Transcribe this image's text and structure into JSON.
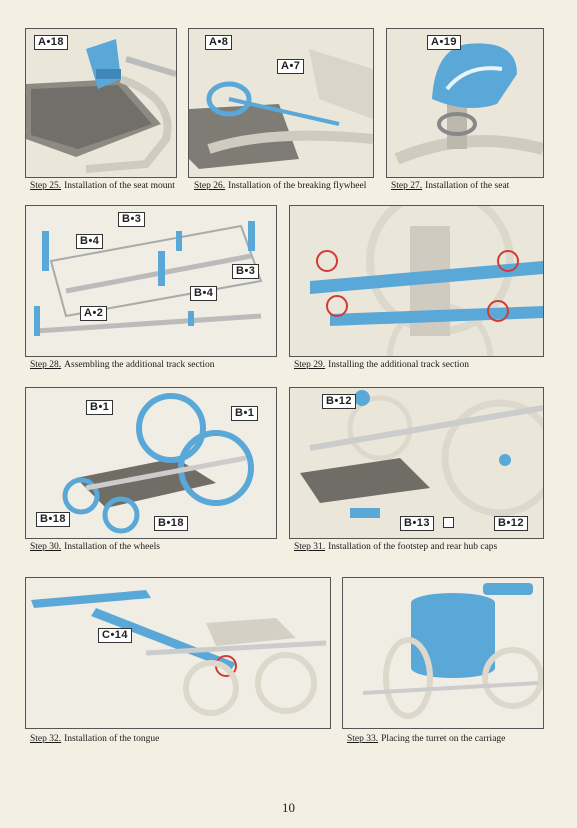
{
  "colors": {
    "accent": "#5aa8d8",
    "frame": "#555555",
    "page": "#f3efe3"
  },
  "steps": [
    {
      "num": "Step 25.",
      "text": "Installation of the seat mount",
      "labels": [
        "A•18"
      ]
    },
    {
      "num": "Step 26.",
      "text": "Installation of the breaking flywheel",
      "labels": [
        "A•8",
        "A•7"
      ]
    },
    {
      "num": "Step 27.",
      "text": "Installation of the seat",
      "labels": [
        "A•19"
      ]
    },
    {
      "num": "Step 28.",
      "text": "Assembling the additional track section",
      "labels": [
        "B•3",
        "B•4",
        "B•3",
        "B•4",
        "A•2"
      ]
    },
    {
      "num": "Step 29.",
      "text": "Installing the additional track section",
      "labels": []
    },
    {
      "num": "Step 30.",
      "text": "Installation of the wheels",
      "labels": [
        "B•1",
        "B•1",
        "B•18",
        "B•18"
      ]
    },
    {
      "num": "Step 31.",
      "text": "Installation of the footstep and rear hub caps",
      "labels": [
        "B•12",
        "B•13",
        "B•12"
      ]
    },
    {
      "num": "Step 32.",
      "text": "Installation of the tongue",
      "labels": [
        "C•14"
      ]
    },
    {
      "num": "Step 33.",
      "text": "Placing the turret on the carriage",
      "labels": []
    }
  ],
  "page_number": "10"
}
